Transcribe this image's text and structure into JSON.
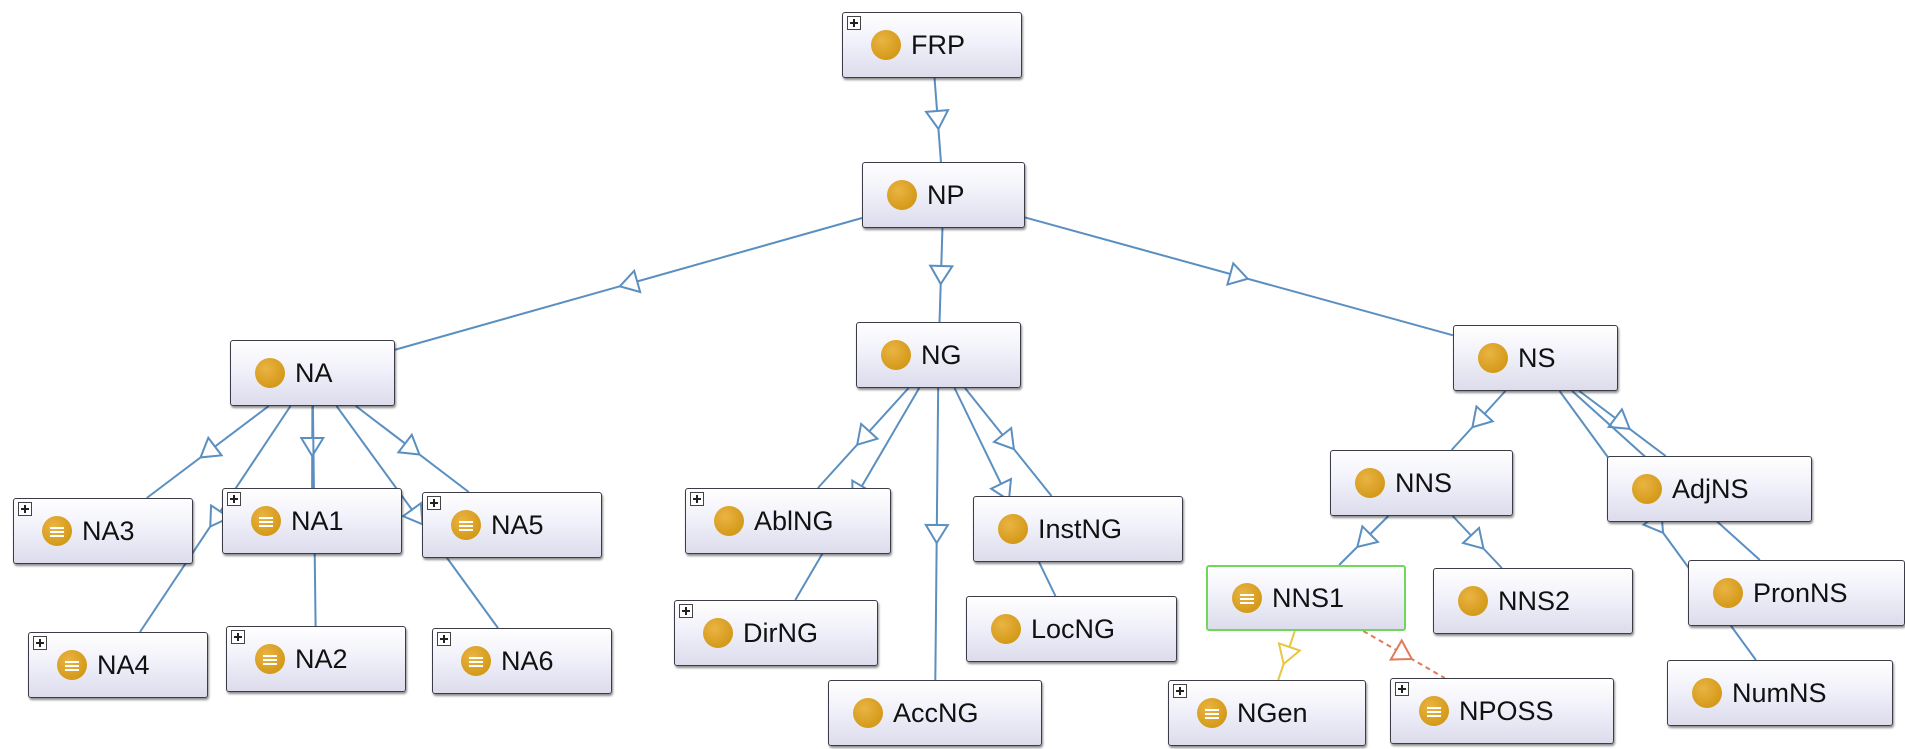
{
  "diagram": {
    "nodes": [
      {
        "id": "FRP",
        "label": "FRP",
        "expand": true,
        "icon": "class-icon"
      },
      {
        "id": "NP",
        "label": "NP",
        "expand": false,
        "icon": "class-icon"
      },
      {
        "id": "NA",
        "label": "NA",
        "expand": false,
        "icon": "class-icon"
      },
      {
        "id": "NG",
        "label": "NG",
        "expand": false,
        "icon": "class-icon"
      },
      {
        "id": "NS",
        "label": "NS",
        "expand": false,
        "icon": "class-icon"
      },
      {
        "id": "NA3",
        "label": "NA3",
        "expand": true,
        "icon": "defined-class-icon"
      },
      {
        "id": "NA1",
        "label": "NA1",
        "expand": true,
        "icon": "defined-class-icon"
      },
      {
        "id": "NA5",
        "label": "NA5",
        "expand": true,
        "icon": "defined-class-icon"
      },
      {
        "id": "NA4",
        "label": "NA4",
        "expand": true,
        "icon": "defined-class-icon"
      },
      {
        "id": "NA2",
        "label": "NA2",
        "expand": true,
        "icon": "defined-class-icon"
      },
      {
        "id": "NA6",
        "label": "NA6",
        "expand": true,
        "icon": "defined-class-icon"
      },
      {
        "id": "AblNG",
        "label": "AblNG",
        "expand": true,
        "icon": "class-icon"
      },
      {
        "id": "DirNG",
        "label": "DirNG",
        "expand": true,
        "icon": "class-icon"
      },
      {
        "id": "AccNG",
        "label": "AccNG",
        "expand": false,
        "icon": "class-icon"
      },
      {
        "id": "InstNG",
        "label": "InstNG",
        "expand": false,
        "icon": "class-icon"
      },
      {
        "id": "LocNG",
        "label": "LocNG",
        "expand": false,
        "icon": "class-icon"
      },
      {
        "id": "NNS",
        "label": "NNS",
        "expand": false,
        "icon": "class-icon"
      },
      {
        "id": "NNS1",
        "label": "NNS1",
        "expand": false,
        "icon": "defined-class-icon",
        "selected": true
      },
      {
        "id": "NNS2",
        "label": "NNS2",
        "expand": false,
        "icon": "class-icon"
      },
      {
        "id": "NGen",
        "label": "NGen",
        "expand": true,
        "icon": "defined-class-icon"
      },
      {
        "id": "NPOSS",
        "label": "NPOSS",
        "expand": true,
        "icon": "defined-class-icon"
      },
      {
        "id": "AdjNS",
        "label": "AdjNS",
        "expand": false,
        "icon": "class-icon"
      },
      {
        "id": "PronNS",
        "label": "PronNS",
        "expand": false,
        "icon": "class-icon"
      },
      {
        "id": "NumNS",
        "label": "NumNS",
        "expand": false,
        "icon": "class-icon"
      }
    ],
    "edges": [
      {
        "from": "FRP",
        "to": "NP"
      },
      {
        "from": "NP",
        "to": "NA"
      },
      {
        "from": "NP",
        "to": "NG"
      },
      {
        "from": "NP",
        "to": "NS"
      },
      {
        "from": "NA",
        "to": "NA3"
      },
      {
        "from": "NA",
        "to": "NA1"
      },
      {
        "from": "NA",
        "to": "NA5"
      },
      {
        "from": "NA",
        "to": "NA4"
      },
      {
        "from": "NA",
        "to": "NA2"
      },
      {
        "from": "NA",
        "to": "NA6"
      },
      {
        "from": "NG",
        "to": "AblNG"
      },
      {
        "from": "NG",
        "to": "DirNG"
      },
      {
        "from": "NG",
        "to": "AccNG"
      },
      {
        "from": "NG",
        "to": "InstNG"
      },
      {
        "from": "NG",
        "to": "LocNG"
      },
      {
        "from": "NS",
        "to": "NNS"
      },
      {
        "from": "NS",
        "to": "AdjNS"
      },
      {
        "from": "NS",
        "to": "PronNS"
      },
      {
        "from": "NS",
        "to": "NumNS"
      },
      {
        "from": "NNS",
        "to": "NNS1"
      },
      {
        "from": "NNS",
        "to": "NNS2"
      },
      {
        "from": "NNS1",
        "to": "NGen",
        "style": "yellow"
      },
      {
        "from": "NNS1",
        "to": "NPOSS",
        "style": "orange-dashed"
      }
    ],
    "colors": {
      "edge": "#5a8fc0",
      "edge_yellow": "#e8c640",
      "edge_orange": "#e07a5a",
      "class_icon": "#d49a1a",
      "selection": "#6fd85a",
      "node_border": "#3c3c48"
    }
  }
}
